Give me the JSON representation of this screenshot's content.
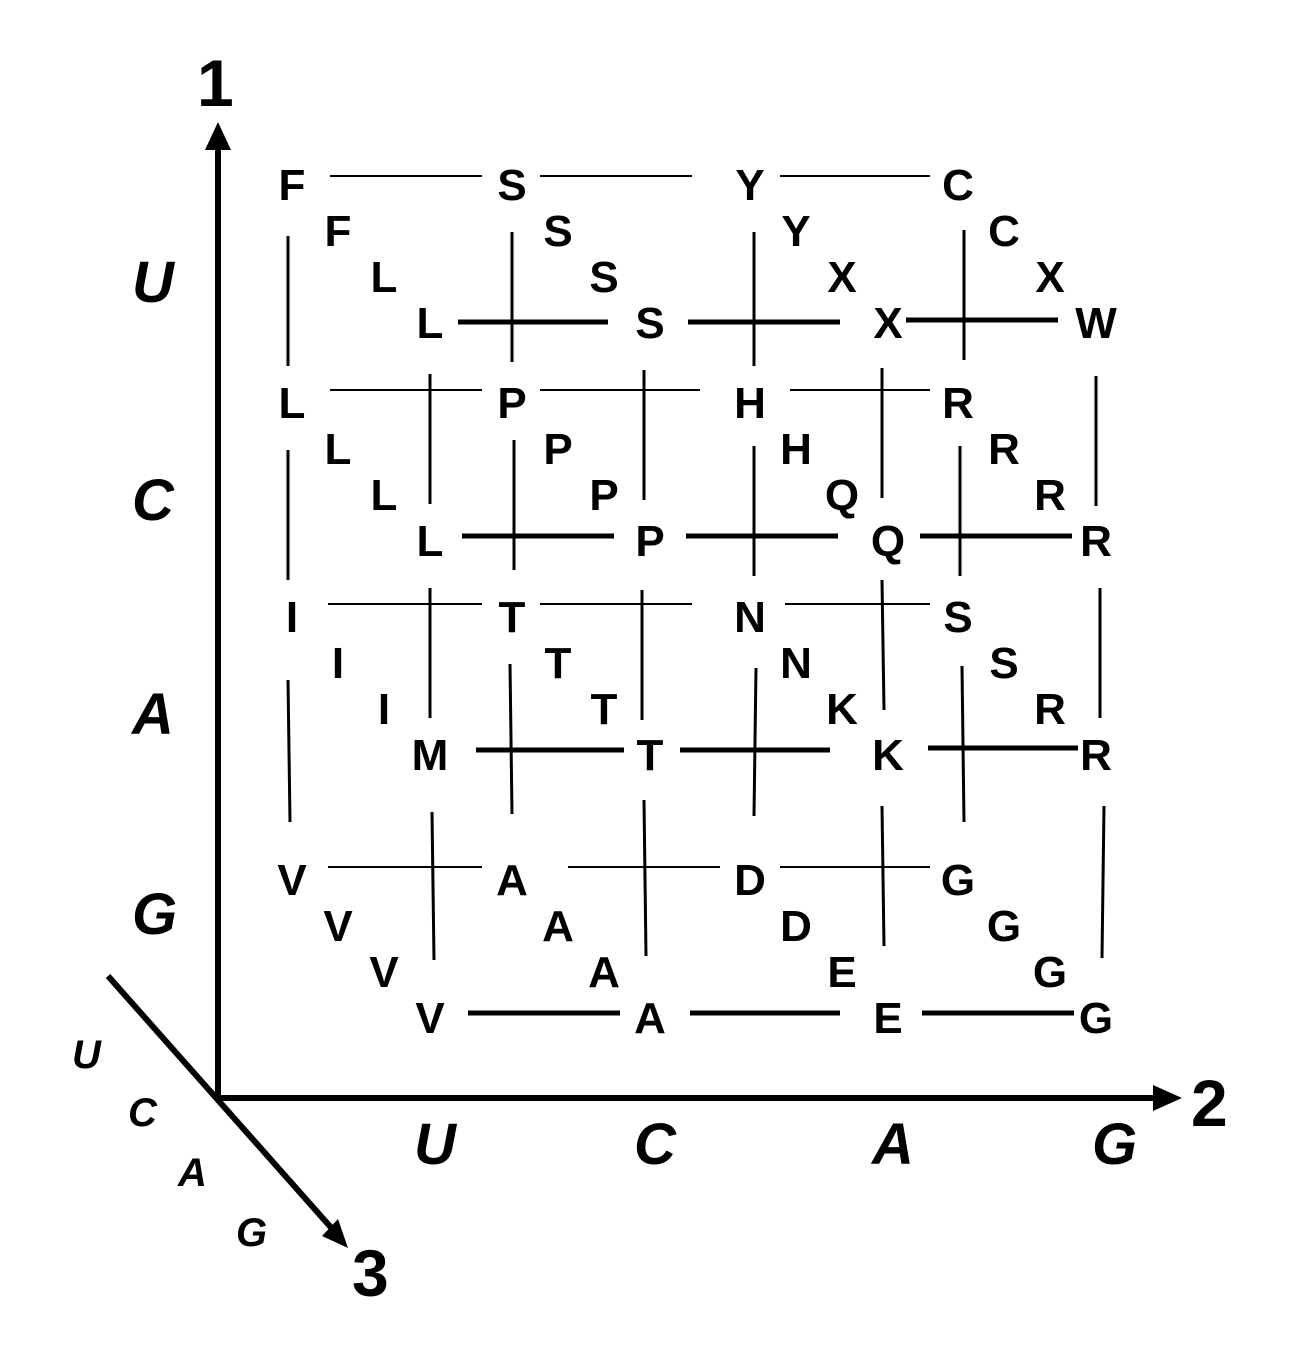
{
  "axes": {
    "axis1_label": "1",
    "axis2_label": "2",
    "axis3_label": "3",
    "axis1_bases": [
      "U",
      "C",
      "A",
      "G"
    ],
    "axis2_bases": [
      "U",
      "C",
      "A",
      "G"
    ],
    "axis3_bases": [
      "U",
      "C",
      "A",
      "G"
    ]
  },
  "codon_grid": [
    [
      [
        "F",
        "F",
        "L",
        "L"
      ],
      [
        "S",
        "S",
        "S",
        "S"
      ],
      [
        "Y",
        "Y",
        "X",
        "X"
      ],
      [
        "C",
        "C",
        "X",
        "W"
      ]
    ],
    [
      [
        "L",
        "L",
        "L",
        "L"
      ],
      [
        "P",
        "P",
        "P",
        "P"
      ],
      [
        "H",
        "H",
        "Q",
        "Q"
      ],
      [
        "R",
        "R",
        "R",
        "R"
      ]
    ],
    [
      [
        "I",
        "I",
        "I",
        "M"
      ],
      [
        "T",
        "T",
        "T",
        "T"
      ],
      [
        "N",
        "N",
        "K",
        "K"
      ],
      [
        "S",
        "S",
        "R",
        "R"
      ]
    ],
    [
      [
        "V",
        "V",
        "V",
        "V"
      ],
      [
        "A",
        "A",
        "A",
        "A"
      ],
      [
        "D",
        "D",
        "E",
        "E"
      ],
      [
        "G",
        "G",
        "G",
        "G"
      ]
    ]
  ]
}
